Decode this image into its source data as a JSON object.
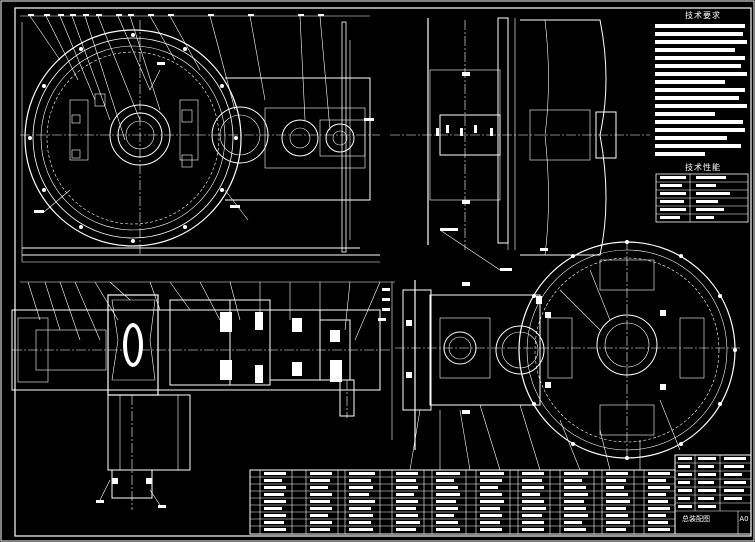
{
  "drawing": {
    "background": "#000000",
    "line_color": "#ffffff",
    "tech_requirements_title": "技术要求",
    "tech_spec_title": "技术性能",
    "title_block_label": "总装配图",
    "scale_label": "A0"
  }
}
